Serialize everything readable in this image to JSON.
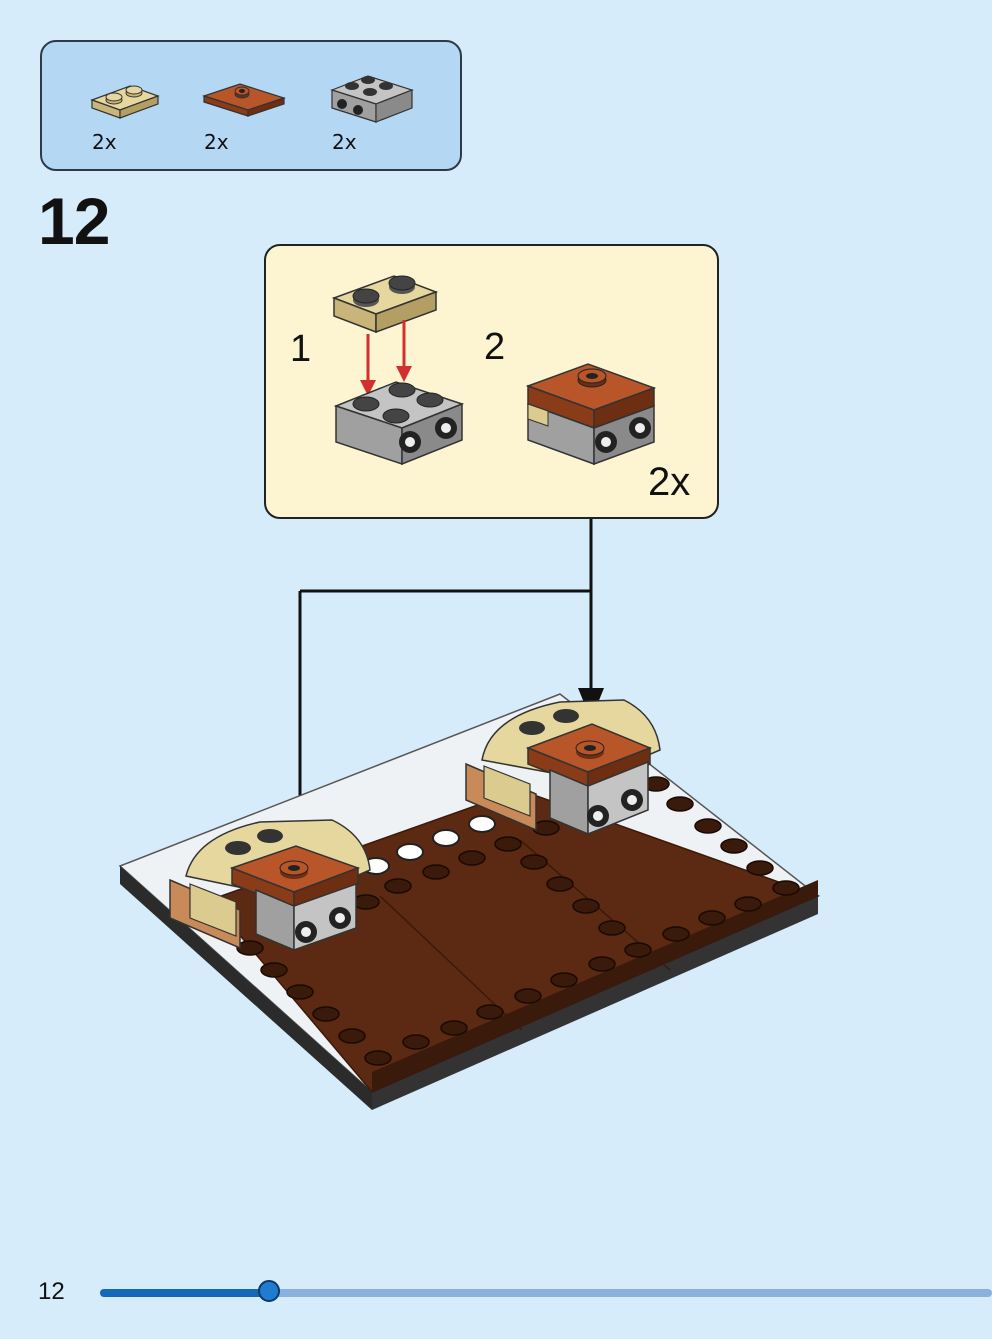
{
  "parts": [
    {
      "name": "tan-plate-1x2",
      "qty": "2x",
      "color": "#dccb8e"
    },
    {
      "name": "brown-plate-2x2-jumper",
      "qty": "2x",
      "color": "#a34a22"
    },
    {
      "name": "gray-brick-2x2-pins",
      "qty": "2x",
      "color": "#a9a9a9"
    }
  ],
  "step": {
    "number": "12"
  },
  "substeps": {
    "first": "1",
    "second": "2",
    "quantity": "2x"
  },
  "footer": {
    "page_number": "12",
    "progress": 0.19
  },
  "colors": {
    "background": "#d6ecfb",
    "parts_box": "#b4d8f4",
    "substep_box": "#fdf5d2",
    "brown_plate": "#5c2a12",
    "red_arrow": "#d32f2f",
    "progress_fill": "#1468b8"
  }
}
